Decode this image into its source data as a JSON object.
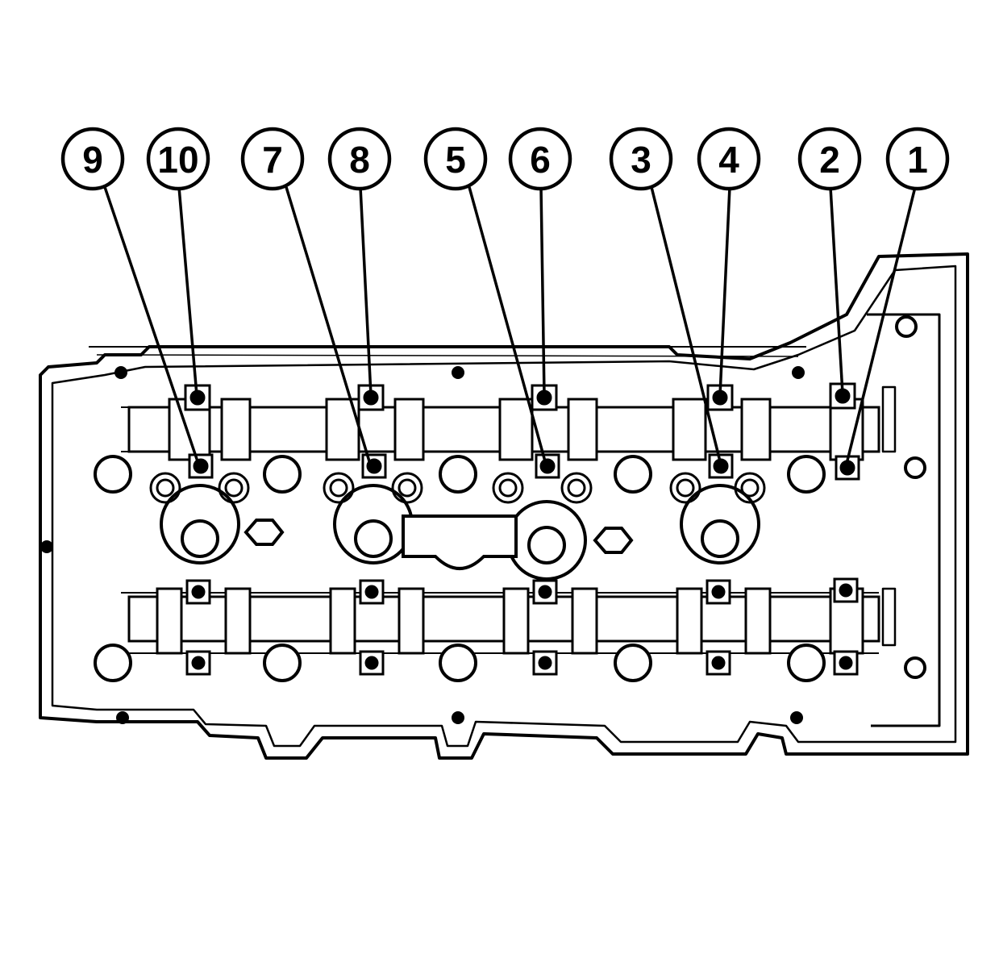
{
  "colors": {
    "ink": "#000000",
    "paper": "#ffffff"
  },
  "callouts": [
    {
      "label": "9",
      "bolt_row": "upper-inner"
    },
    {
      "label": "10",
      "bolt_row": "upper-outer"
    },
    {
      "label": "7",
      "bolt_row": "upper-inner"
    },
    {
      "label": "8",
      "bolt_row": "upper-outer"
    },
    {
      "label": "5",
      "bolt_row": "upper-inner"
    },
    {
      "label": "6",
      "bolt_row": "upper-outer"
    },
    {
      "label": "3",
      "bolt_row": "upper-inner"
    },
    {
      "label": "4",
      "bolt_row": "upper-outer"
    },
    {
      "label": "2",
      "bolt_row": "upper-outer"
    },
    {
      "label": "1",
      "bolt_row": "upper-inner"
    }
  ]
}
